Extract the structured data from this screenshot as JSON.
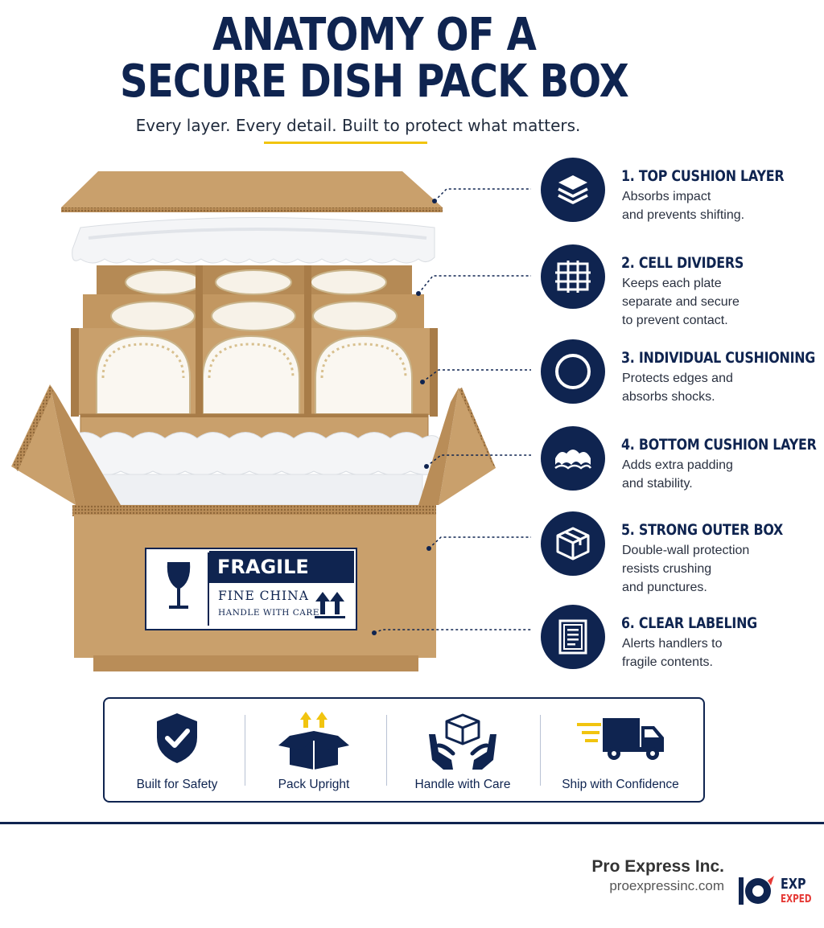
{
  "header": {
    "title_line1": "ANATOMY OF A",
    "title_line2": "SECURE DISH PACK BOX",
    "subtitle": "Every layer. Every detail. Built to protect what matters."
  },
  "colors": {
    "navy": "#0f2450",
    "accent_yellow": "#f1c40f",
    "cardboard": "#c9a06c",
    "foam": "#f4f5f7"
  },
  "label": {
    "heading": "FRAGILE",
    "line1": "FINE CHINA",
    "line2": "HANDLE WITH CARE"
  },
  "features": [
    {
      "title": "1. TOP CUSHION LAYER",
      "desc": [
        "Absorbs impact",
        "and prevents shifting."
      ],
      "icon": "layers-icon"
    },
    {
      "title": "2. CELL DIVIDERS",
      "desc": [
        "Keeps each plate",
        "separate and secure",
        "to prevent contact."
      ],
      "icon": "grid-icon"
    },
    {
      "title": "3. INDIVIDUAL CUSHIONING",
      "desc": [
        "Protects edges and",
        "absorbs shocks."
      ],
      "icon": "ring-icon"
    },
    {
      "title": "4. BOTTOM CUSHION LAYER",
      "desc": [
        "Adds extra padding",
        "and stability."
      ],
      "icon": "foam-icon"
    },
    {
      "title": "5. STRONG OUTER BOX",
      "desc": [
        "Double-wall protection",
        "resists crushing",
        "and punctures."
      ],
      "icon": "box-icon"
    },
    {
      "title": "6. CLEAR LABELING",
      "desc": [
        "Alerts handlers to",
        "fragile contents."
      ],
      "icon": "document-icon"
    }
  ],
  "badges": [
    {
      "label": "Built for Safety",
      "icon": "shield-check-icon"
    },
    {
      "label": "Pack Upright",
      "icon": "open-box-arrows-icon"
    },
    {
      "label": "Handle with Care",
      "icon": "hands-box-icon"
    },
    {
      "label": "Ship with Confidence",
      "icon": "truck-icon"
    }
  ],
  "footer": {
    "company": "Pro Express Inc.",
    "website": "proexpressinc.com",
    "logo_text_top": "EXP",
    "logo_text_bottom": "EXPED"
  }
}
